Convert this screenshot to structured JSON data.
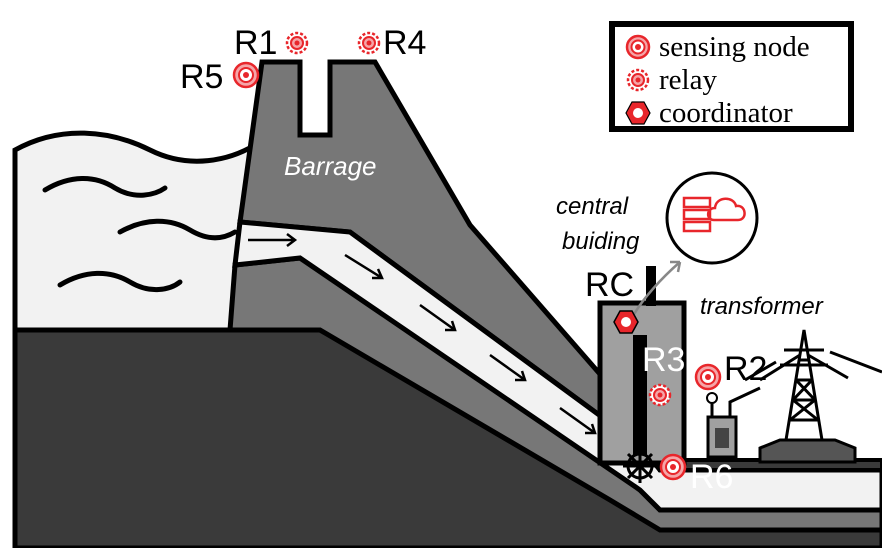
{
  "legend": {
    "items": [
      {
        "label": "sensing node",
        "icon": "sensing-node-icon"
      },
      {
        "label": "relay",
        "icon": "relay-icon"
      },
      {
        "label": "coordinator",
        "icon": "coordinator-icon"
      }
    ]
  },
  "labels": {
    "barrage": "Barrage",
    "central_building_line1": "central",
    "central_building_line2": "buiding",
    "transformer": "transformer",
    "r1": "R1",
    "r2": "R2",
    "r3": "R3",
    "r4": "R4",
    "r5": "R5",
    "r6": "R6",
    "rc": "RC"
  },
  "colors": {
    "dark_ground": "#3a3a3a",
    "dam_gray": "#777777",
    "water_light": "#f2f2f2",
    "node_red": "#e8262b",
    "node_pink": "#f5a5a8",
    "building_gray": "#a0a0a0"
  },
  "icons": [
    "cloud-server-icon",
    "turbine-icon",
    "pylon-icon",
    "transformer-icon"
  ]
}
